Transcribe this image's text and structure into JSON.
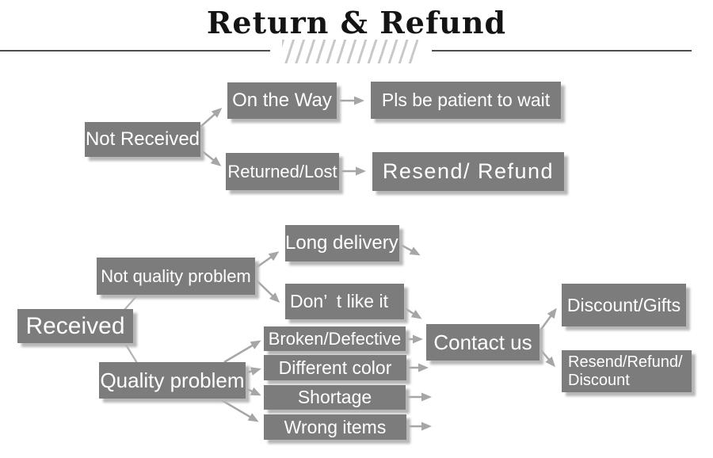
{
  "header": {
    "title": "Return & Refund"
  },
  "colors": {
    "background": "#ffffff",
    "title": "#141414",
    "divider": "#4c4c4c",
    "slash": "#c9c9c9",
    "node_bg": "#7c7c7c",
    "node_text": "#ffffff",
    "shadow": "#b6b6b6",
    "arrow": "#a6a6a6",
    "link": "#b5b5b5"
  },
  "nodes": {
    "not_received": "Not Received",
    "on_the_way": "On the Way",
    "pls_be_patient": "Pls be patient to wait",
    "returned_lost": "Returned/Lost",
    "resend_refund": "Resend/ Refund",
    "received": "Received",
    "not_quality_problem": "Not quality problem",
    "long_delivery": "Long delivery",
    "dont_like_it": "Don’ t like it",
    "quality_problem": "Quality problem",
    "broken_defective": "Broken/Defective",
    "different_color": "Different color",
    "shortage": "Shortage",
    "wrong_items": "Wrong items",
    "contact_us": "Contact us",
    "discount_gifts": "Discount/Gifts",
    "resend_refund_discount": "Resend/Refund/\nDiscount"
  },
  "edges": [
    {
      "from": "not_received",
      "to": "on_the_way",
      "type": "arrow"
    },
    {
      "from": "not_received",
      "to": "returned_lost",
      "type": "arrow"
    },
    {
      "from": "on_the_way",
      "to": "pls_be_patient",
      "type": "arrow"
    },
    {
      "from": "returned_lost",
      "to": "resend_refund",
      "type": "arrow"
    },
    {
      "from": "received",
      "to": "not_quality_problem",
      "type": "line"
    },
    {
      "from": "received",
      "to": "quality_problem",
      "type": "line"
    },
    {
      "from": "not_quality_problem",
      "to": "long_delivery",
      "type": "arrow"
    },
    {
      "from": "not_quality_problem",
      "to": "dont_like_it",
      "type": "arrow"
    },
    {
      "from": "long_delivery",
      "to": "contact_us",
      "type": "arrow"
    },
    {
      "from": "dont_like_it",
      "to": "contact_us",
      "type": "arrow"
    },
    {
      "from": "quality_problem",
      "to": "broken_defective",
      "type": "arrow"
    },
    {
      "from": "quality_problem",
      "to": "different_color",
      "type": "arrow"
    },
    {
      "from": "quality_problem",
      "to": "shortage",
      "type": "arrow"
    },
    {
      "from": "quality_problem",
      "to": "wrong_items",
      "type": "arrow"
    },
    {
      "from": "broken_defective",
      "to": "contact_us",
      "type": "arrow"
    },
    {
      "from": "different_color",
      "to": "contact_us",
      "type": "arrow"
    },
    {
      "from": "shortage",
      "to": "contact_us",
      "type": "arrow"
    },
    {
      "from": "wrong_items",
      "to": "contact_us",
      "type": "arrow"
    },
    {
      "from": "contact_us",
      "to": "discount_gifts",
      "type": "arrow"
    },
    {
      "from": "contact_us",
      "to": "resend_refund_discount",
      "type": "arrow"
    }
  ]
}
